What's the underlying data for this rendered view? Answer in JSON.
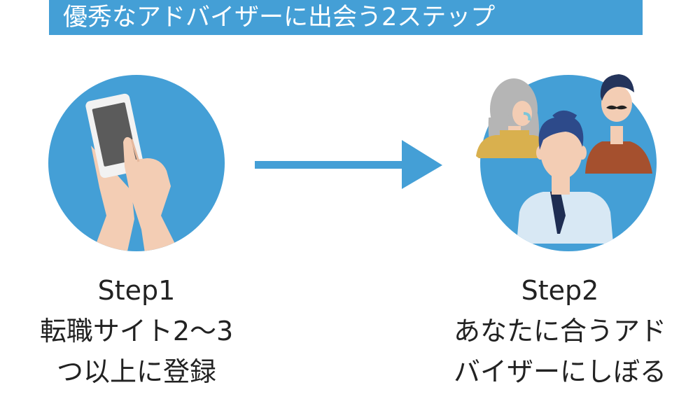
{
  "header": {
    "title": "優秀なアドバイザーに出会う2ステップ"
  },
  "steps": [
    {
      "label": "Step1",
      "lines": [
        "転職サイト2〜3",
        "つ以上に登録"
      ]
    },
    {
      "label": "Step2",
      "lines": [
        "あなたに合うアド",
        "バイザーにしぼる"
      ]
    }
  ],
  "colors": {
    "accent": "#449fd6",
    "text": "#222222",
    "skin": "#f3cdb4"
  },
  "icons": [
    "smartphone-hand-icon",
    "right-arrow-icon",
    "advisors-group-icon"
  ]
}
